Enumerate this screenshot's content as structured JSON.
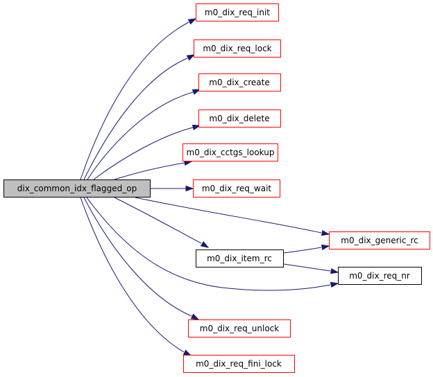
{
  "diagram": {
    "type": "call-graph",
    "colors": {
      "edge": "#191970",
      "root_fill": "#bfbfbf",
      "root_border": "#000000",
      "documented_border": "#000000",
      "undocumented_border": "#ff0000",
      "node_fill": "#ffffff"
    },
    "root": {
      "id": "root",
      "label": "dix_common_idx_flagged_op"
    },
    "nodes": [
      {
        "id": "req_init",
        "label": "m0_dix_req_init",
        "style": "undocumented"
      },
      {
        "id": "req_lock",
        "label": "m0_dix_req_lock",
        "style": "undocumented"
      },
      {
        "id": "create",
        "label": "m0_dix_create",
        "style": "undocumented"
      },
      {
        "id": "delete",
        "label": "m0_dix_delete",
        "style": "undocumented"
      },
      {
        "id": "cctgs_lookup",
        "label": "m0_dix_cctgs_lookup",
        "style": "undocumented"
      },
      {
        "id": "req_wait",
        "label": "m0_dix_req_wait",
        "style": "undocumented"
      },
      {
        "id": "generic_rc",
        "label": "m0_dix_generic_rc",
        "style": "undocumented"
      },
      {
        "id": "item_rc",
        "label": "m0_dix_item_rc",
        "style": "documented"
      },
      {
        "id": "req_nr",
        "label": "m0_dix_req_nr",
        "style": "documented"
      },
      {
        "id": "req_unlock",
        "label": "m0_dix_req_unlock",
        "style": "undocumented"
      },
      {
        "id": "req_fini_lock",
        "label": "m0_dix_req_fini_lock",
        "style": "undocumented"
      }
    ],
    "edges": [
      {
        "from": "root",
        "to": "req_init"
      },
      {
        "from": "root",
        "to": "req_lock"
      },
      {
        "from": "root",
        "to": "create"
      },
      {
        "from": "root",
        "to": "delete"
      },
      {
        "from": "root",
        "to": "cctgs_lookup"
      },
      {
        "from": "root",
        "to": "req_wait"
      },
      {
        "from": "root",
        "to": "generic_rc"
      },
      {
        "from": "root",
        "to": "item_rc"
      },
      {
        "from": "root",
        "to": "req_nr"
      },
      {
        "from": "root",
        "to": "req_unlock"
      },
      {
        "from": "root",
        "to": "req_fini_lock"
      },
      {
        "from": "item_rc",
        "to": "generic_rc"
      },
      {
        "from": "item_rc",
        "to": "req_nr"
      }
    ]
  }
}
